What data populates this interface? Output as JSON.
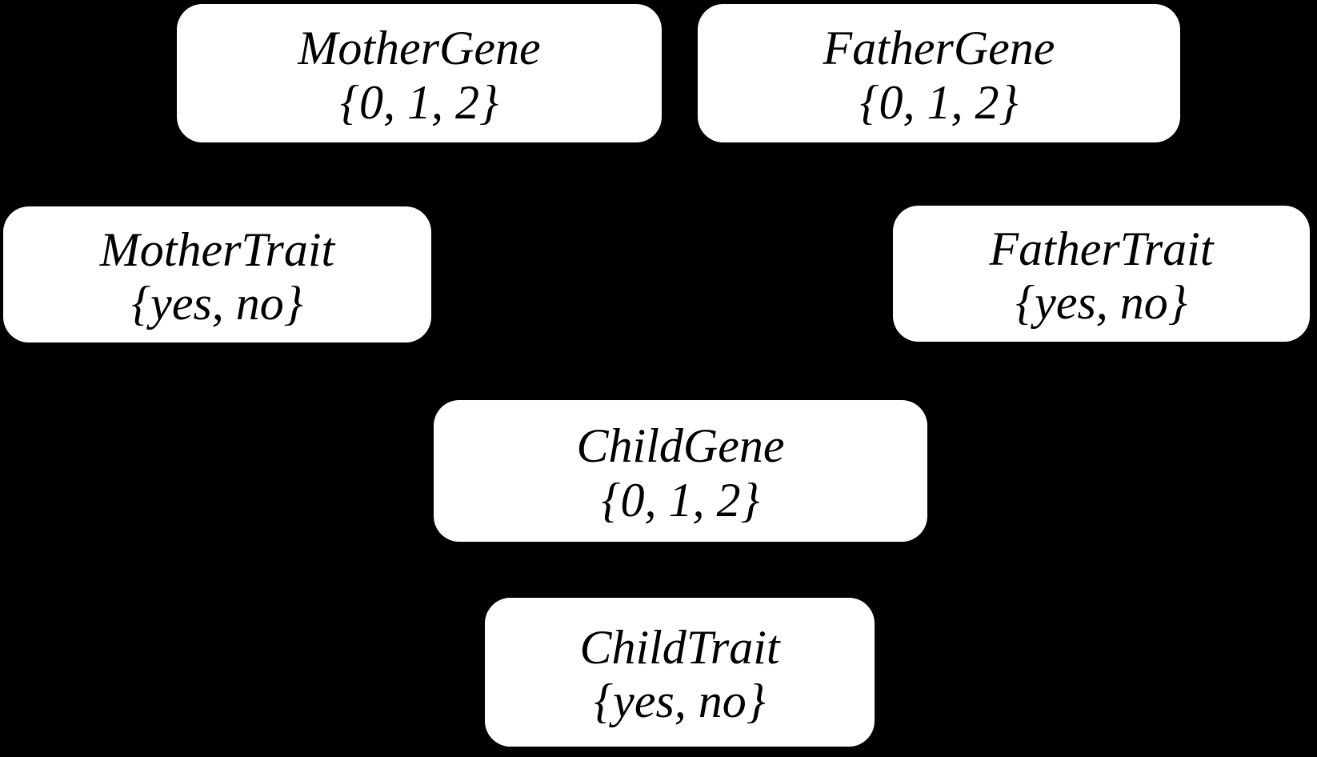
{
  "diagram": {
    "background_color": "#000000",
    "node_fill_color": "#ffffff",
    "node_text_color": "#000000",
    "nodes": [
      {
        "id": "mother-gene",
        "label": "MotherGene",
        "domain": "{0, 1, 2}"
      },
      {
        "id": "father-gene",
        "label": "FatherGene",
        "domain": "{0, 1, 2}"
      },
      {
        "id": "mother-trait",
        "label": "MotherTrait",
        "domain": "{yes, no}"
      },
      {
        "id": "father-trait",
        "label": "FatherTrait",
        "domain": "{yes, no}"
      },
      {
        "id": "child-gene",
        "label": "ChildGene",
        "domain": "{0, 1, 2}"
      },
      {
        "id": "child-trait",
        "label": "ChildTrait",
        "domain": "{yes, no}"
      }
    ]
  }
}
